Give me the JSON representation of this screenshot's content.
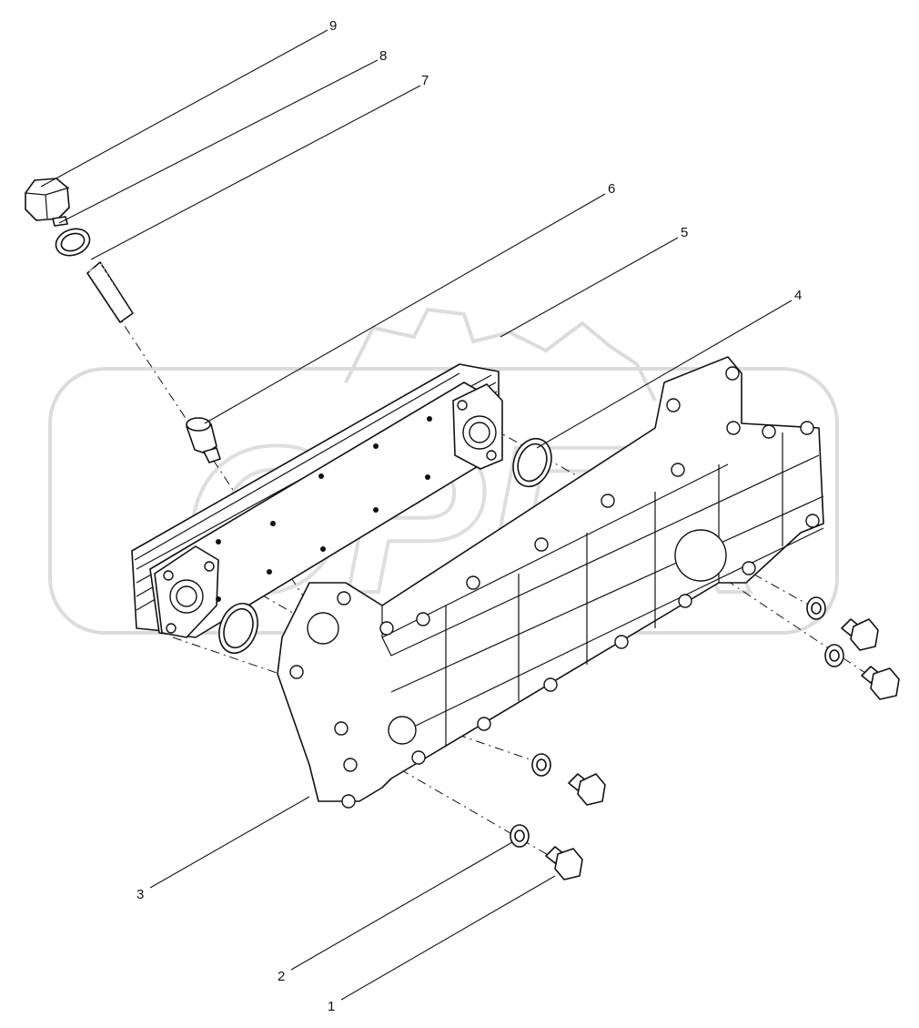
{
  "diagram": {
    "watermark_text": "OPEX",
    "callouts": [
      {
        "id": "9",
        "label": "9"
      },
      {
        "id": "8",
        "label": "8"
      },
      {
        "id": "7",
        "label": "7"
      },
      {
        "id": "6",
        "label": "6"
      },
      {
        "id": "5",
        "label": "5"
      },
      {
        "id": "4",
        "label": "4"
      },
      {
        "id": "3",
        "label": "3"
      },
      {
        "id": "2",
        "label": "2"
      },
      {
        "id": "1",
        "label": "1"
      }
    ]
  }
}
